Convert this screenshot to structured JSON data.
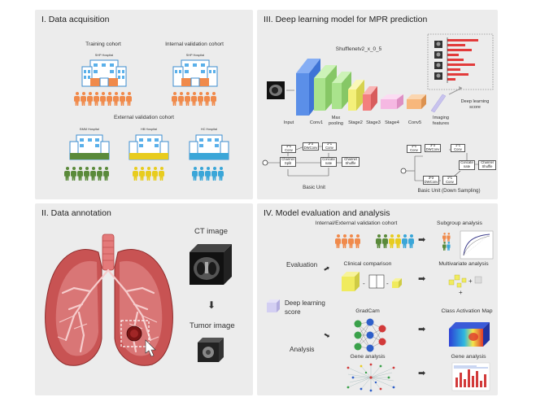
{
  "panels": {
    "p1": {
      "title": "I. Data acquisition"
    },
    "p2": {
      "title": "II. Data annotation"
    },
    "p3": {
      "title": "III. Deep learning model for MPR prediction"
    },
    "p4": {
      "title": "IV. Model evaluation and analysis"
    }
  },
  "acquisition": {
    "training_cohort": "Training cohort",
    "internal_cohort": "Internal validation cohort",
    "external_cohort": "External validation cohort",
    "hospitals": [
      "SHP Hospital",
      "SHP Hospital",
      "BMM Hospital",
      "HB Hospital",
      "HC Hospital"
    ],
    "colors": {
      "orange": "#f08a4b",
      "green": "#5a8a3a",
      "yellow": "#e8cc1e",
      "blue": "#3aa6d8"
    }
  },
  "annotation": {
    "ct_image": "CT image",
    "tumor_image": "Tumor image"
  },
  "model": {
    "network_name": "Shufflenetv2_x_0_5",
    "stages": [
      "Input",
      "Conv1",
      "Max pooling",
      "Stage2",
      "Stage3",
      "Stage4",
      "Conv5",
      "Imaging features",
      "Deep learning score"
    ],
    "stage_colors": [
      "#5b8fe8",
      "#a9e38c",
      "#a9e38c",
      "#f4f07a",
      "#f37e7e",
      "#f5b8e2",
      "#f7b77c",
      "#c8c3ee"
    ],
    "basic_unit": {
      "title": "Basic Unit",
      "boxes": [
        "1*1 Conv",
        "3*3 DWConv",
        "1*1 Conv",
        "Channel Split",
        "Concate nate",
        "Channel Shuffle"
      ]
    },
    "down_unit": {
      "title": "Basic Unit (Down Sampling)",
      "boxes": [
        "1*1 Conv",
        "3*3 DWConv",
        "1*1 Conv",
        "3*3 DWConv",
        "1*1 Conv",
        "Concate nate",
        "Channel Shuffle"
      ]
    }
  },
  "evaluation": {
    "cohort": "Internal/External validation cohort",
    "subgroup": "Subgroup analysis",
    "evaluation": "Evaluation",
    "clinical": "Clinical comparison",
    "multivariate": "Multivariate analysis",
    "dl_score": "Deep learning score",
    "gradcam": "GradCam",
    "cam": "Class Activation Map",
    "analysis": "Analysis",
    "gene": "Gene analysis",
    "gene2": "Gene analysis"
  }
}
